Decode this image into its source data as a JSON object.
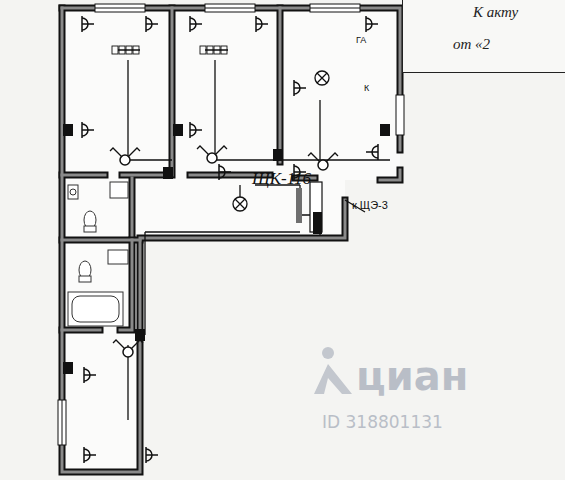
{
  "diagram": {
    "nodes": [
      {
        "text": [
          "К акту",
          "от «2"
        ]
      }
    ],
    "labels": [
      "ГА",
      "К",
      "ЩК-116",
      "к ЩЭ-3",
      "циан",
      "ID 318801131"
    ]
  }
}
